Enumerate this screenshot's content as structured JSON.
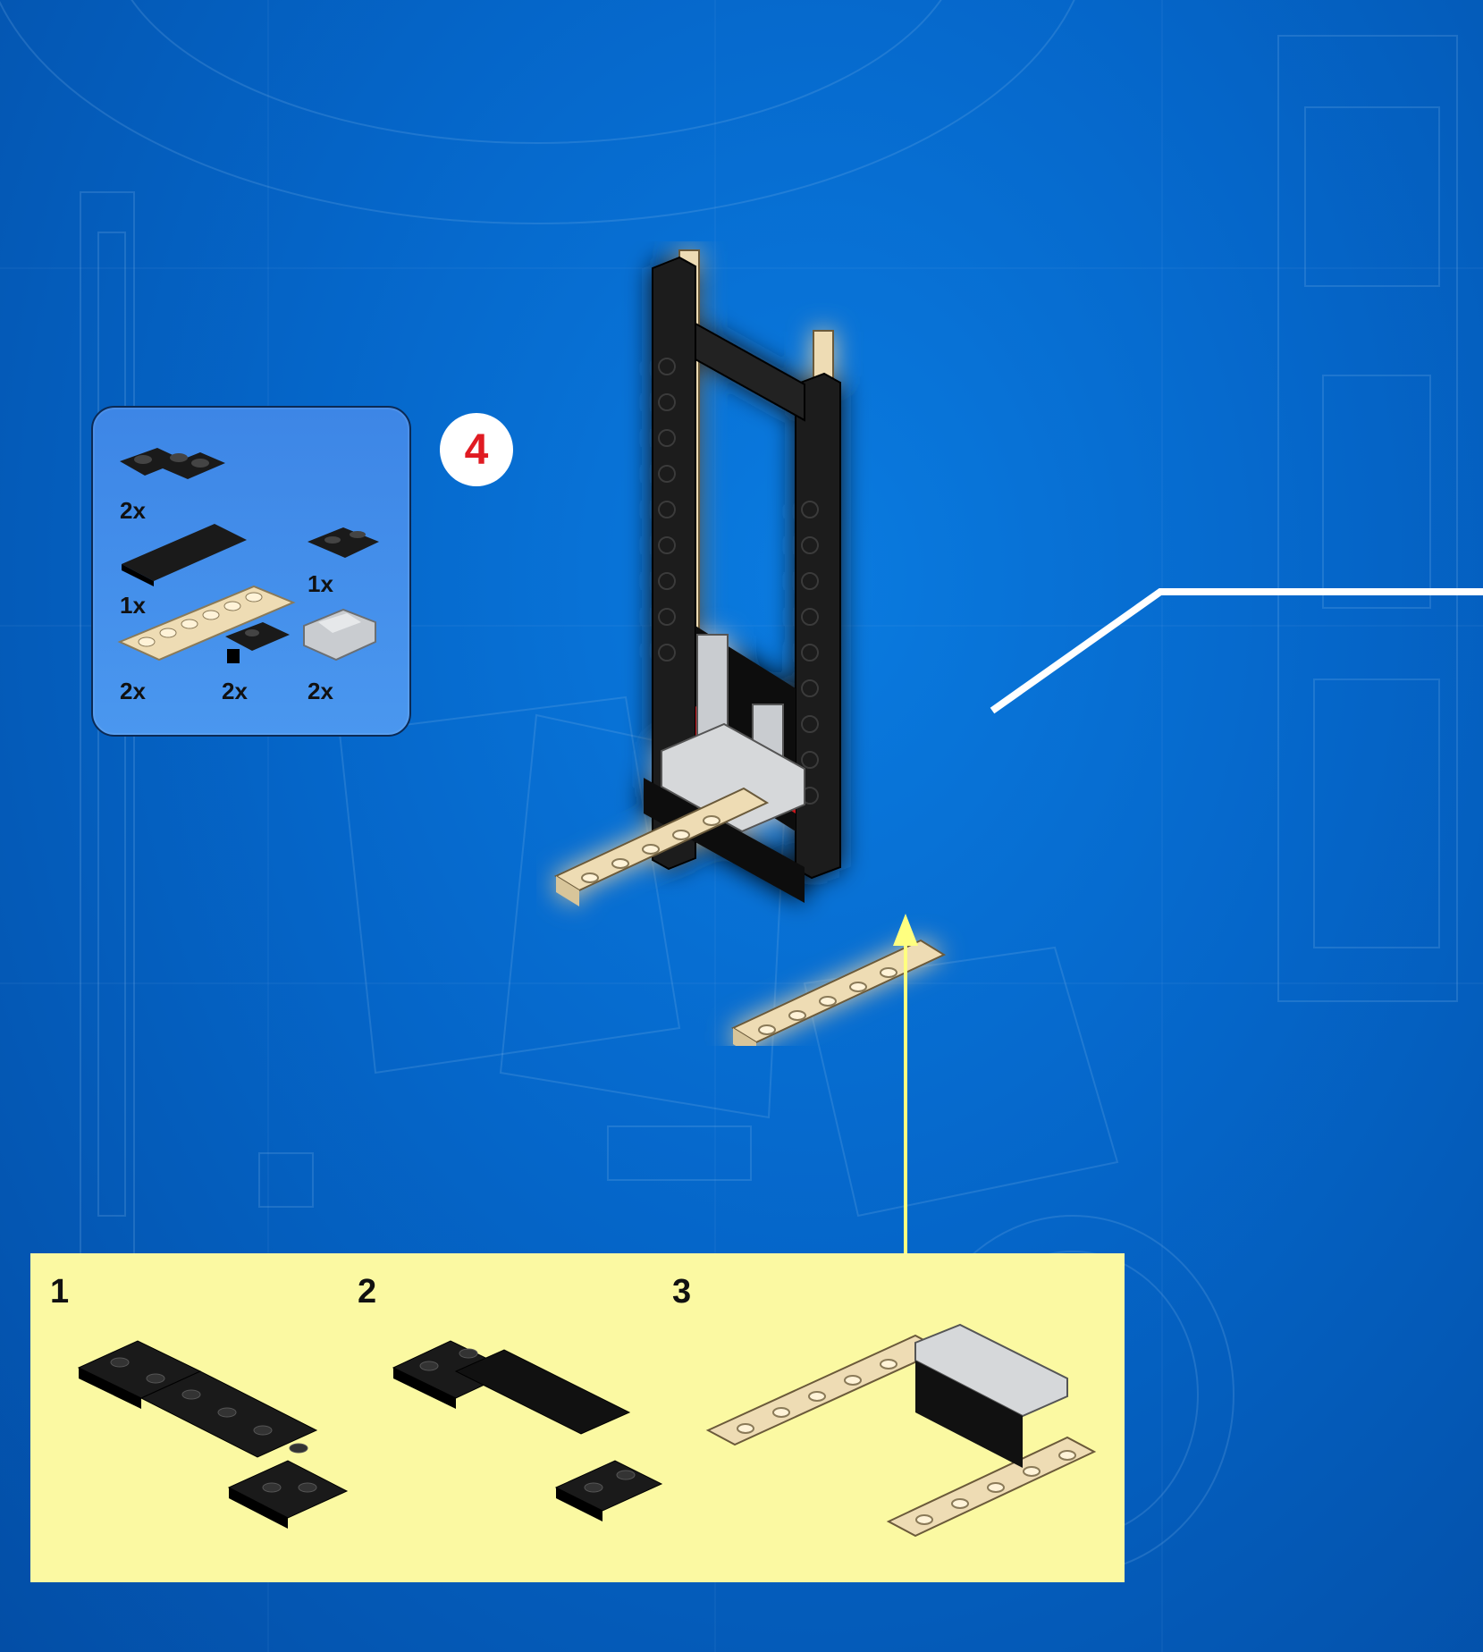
{
  "step": {
    "number": "4"
  },
  "parts": [
    {
      "part": "black-corner-plate",
      "qty": "2x"
    },
    {
      "part": "black-tile-1x6",
      "qty": "1x"
    },
    {
      "part": "black-plate-1x2",
      "qty": "1x"
    },
    {
      "part": "tan-plate-1x8",
      "qty": "2x"
    },
    {
      "part": "black-bracket-plate",
      "qty": "2x"
    },
    {
      "part": "gray-hinge-brick",
      "qty": "2x"
    }
  ],
  "substeps": [
    {
      "number": "1"
    },
    {
      "number": "2"
    },
    {
      "number": "3"
    }
  ],
  "colors": {
    "background": "#0566c9",
    "subpanel": "#fbf9a2",
    "callout_arrow": "#ffff80",
    "badge_text": "#e01b22",
    "brick_black": "#1a1a1a",
    "brick_tan": "#eedcb4",
    "brick_red": "#c8161d",
    "brick_gray": "#c9ccd0"
  }
}
